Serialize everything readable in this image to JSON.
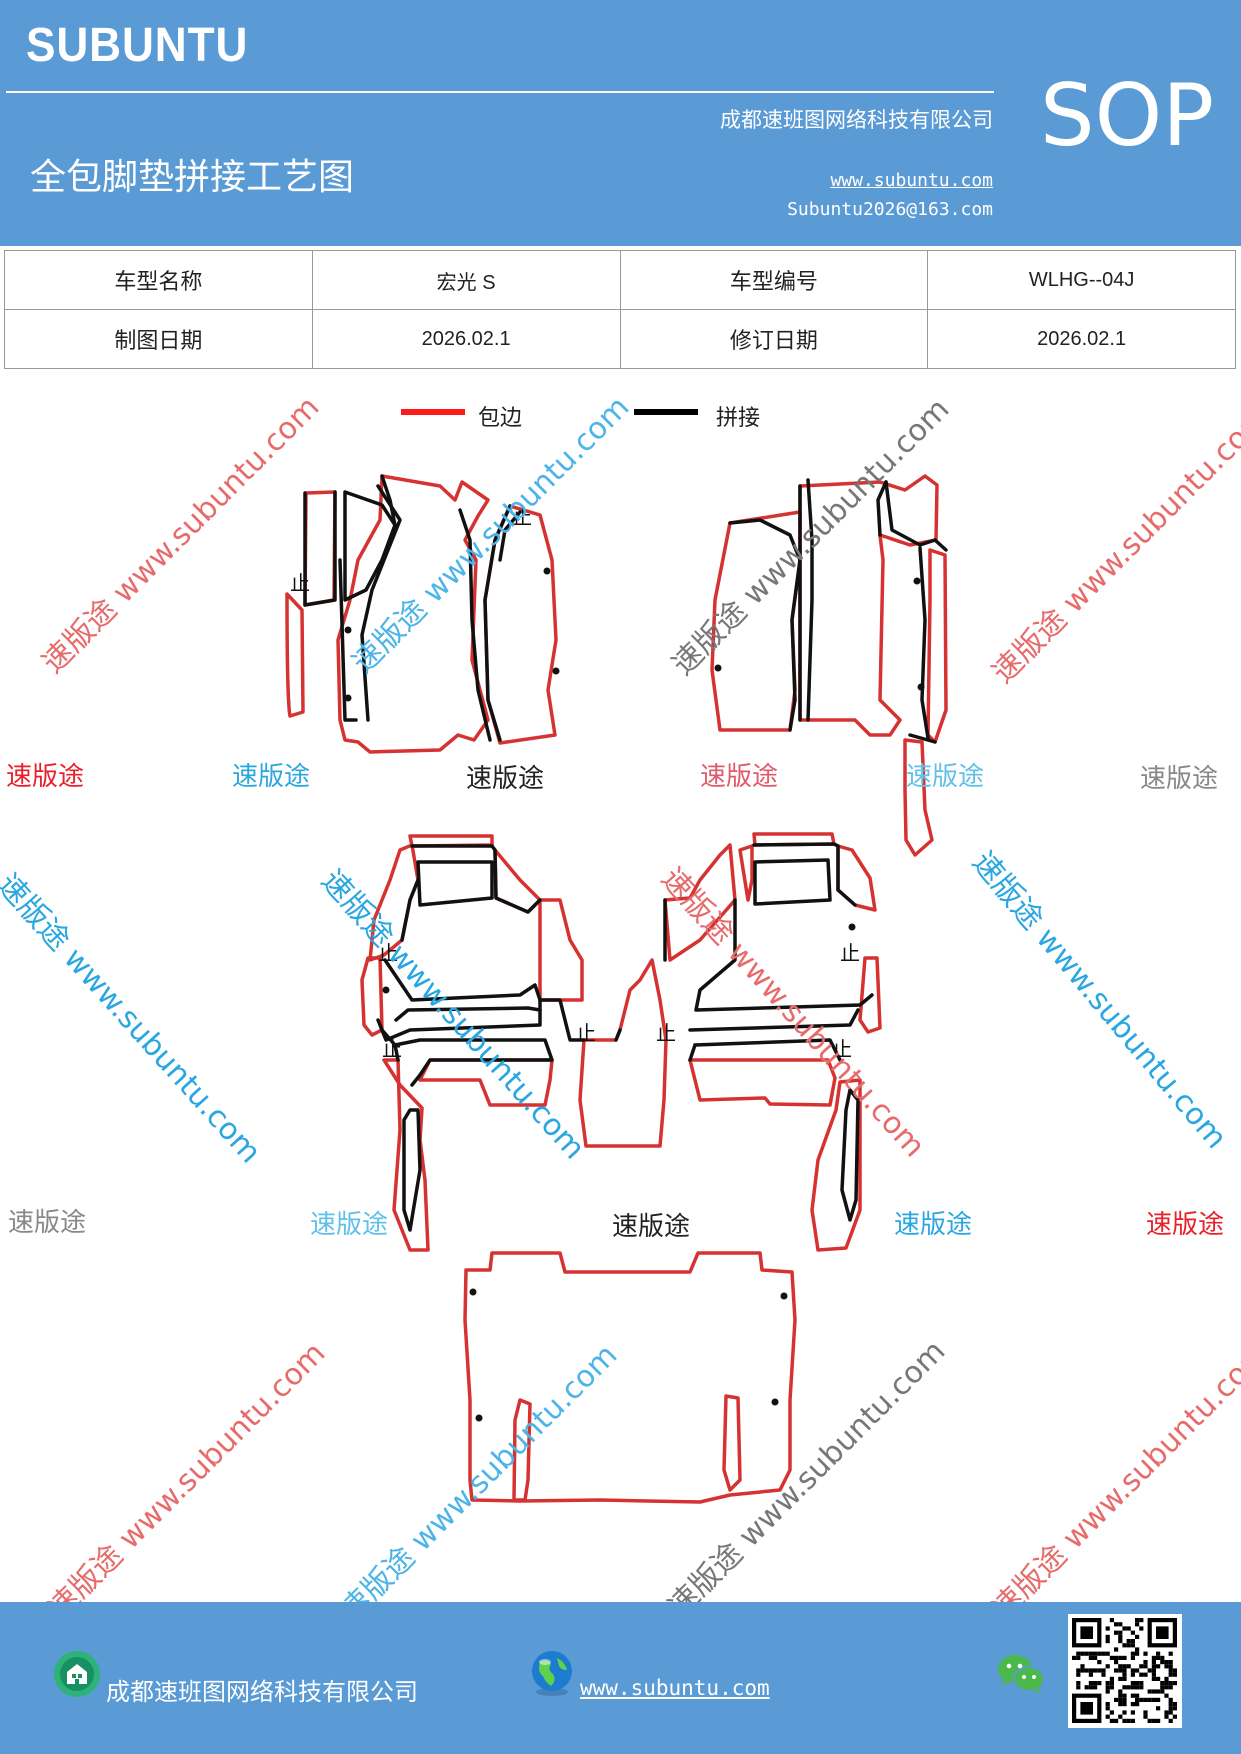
{
  "header": {
    "brand": "SUBUNTU",
    "company": "成都速班图网络科技有限公司",
    "title": "全包脚垫拼接工艺图",
    "website": "www.subuntu.com",
    "email": "Subuntu2026@163.com",
    "badge": "SOP",
    "bg_color": "#5b9bd5"
  },
  "info_table": {
    "rows": [
      [
        "车型名称",
        "宏光 S",
        "车型编号",
        "WLHG--04J"
      ],
      [
        "制图日期",
        "2026.02.1",
        "修订日期",
        "2026.02.1"
      ]
    ]
  },
  "legend": {
    "items": [
      {
        "label": "包边",
        "color": "#ff1a1a"
      },
      {
        "label": "拼接",
        "color": "#000000"
      }
    ]
  },
  "diagram": {
    "outline_red": "#d63232",
    "outline_black": "#111111",
    "mark_glyph": "止"
  },
  "watermarks": {
    "brand_text": "速版途",
    "diagonal_text": "速版途 www.subuntu.com",
    "url_text": "www.subuntu.com"
  },
  "footer": {
    "company": "成都速班图网络科技有限公司",
    "website": "www.subuntu.com",
    "icons": [
      "building-icon",
      "globe-icon",
      "wechat-icon",
      "qr-code"
    ]
  }
}
